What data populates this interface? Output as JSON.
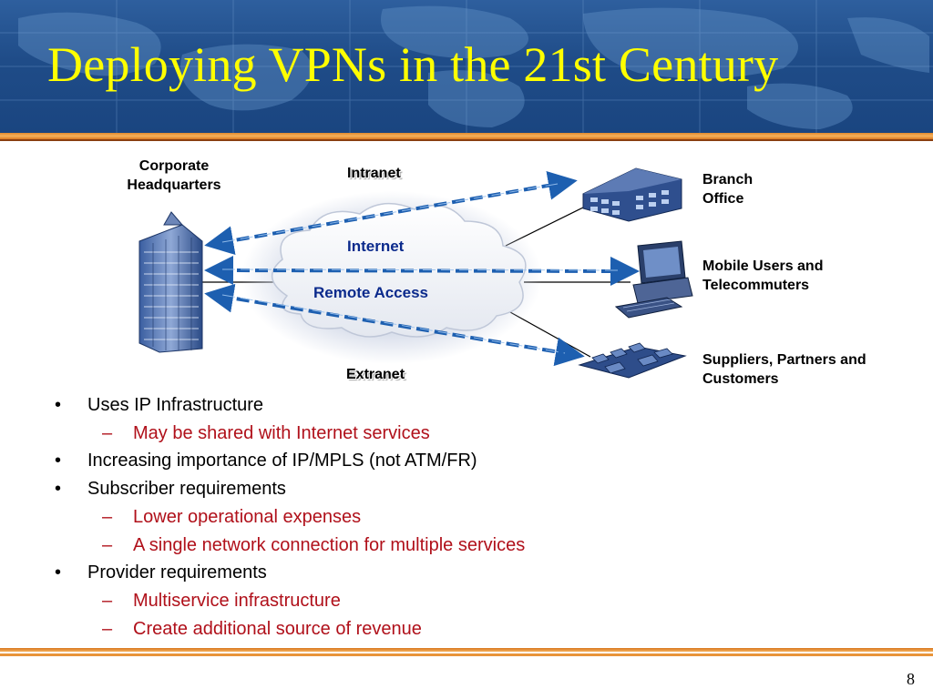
{
  "slide": {
    "title": "Deploying VPNs in the 21st Century",
    "page_number": "8"
  },
  "diagram": {
    "labels": {
      "hq": "Corporate Headquarters",
      "intranet": "Intranet",
      "internet": "Internet",
      "remote_access": "Remote Access",
      "extranet": "Extranet",
      "branch": "Branch Office",
      "mobile": "Mobile Users and Telecommuters",
      "suppliers": "Suppliers, Partners and Customers"
    }
  },
  "bullets": [
    {
      "level": 1,
      "text": "Uses IP Infrastructure"
    },
    {
      "level": 2,
      "text": "May be shared with Internet services"
    },
    {
      "level": 1,
      "text": "Increasing importance of IP/MPLS (not ATM/FR)"
    },
    {
      "level": 1,
      "text": "Subscriber requirements"
    },
    {
      "level": 2,
      "text": "Lower operational expenses"
    },
    {
      "level": 2,
      "text": "A single network connection for multiple services"
    },
    {
      "level": 1,
      "text": "Provider requirements"
    },
    {
      "level": 2,
      "text": "Multiservice infrastructure"
    },
    {
      "level": 2,
      "text": "Create additional source of revenue"
    }
  ],
  "colors": {
    "title": "#ffff00",
    "header_bg": "#1f4c88",
    "accent_rule": "#e28a2c",
    "sub_bullet": "#b0101a",
    "vpn_arrow": "#1d5fb0"
  }
}
